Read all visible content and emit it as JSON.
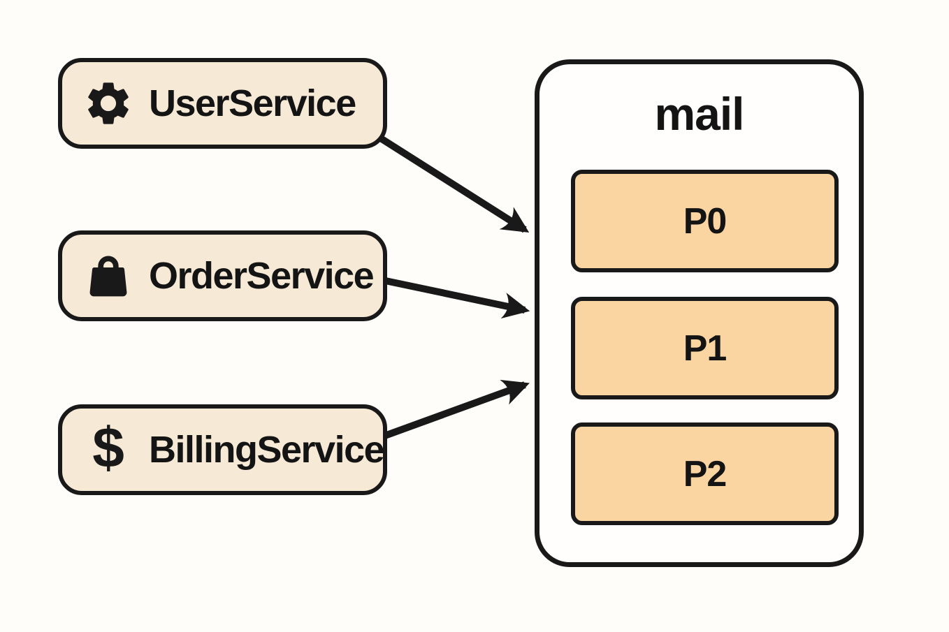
{
  "diagram": {
    "producers": [
      {
        "label": "UserService",
        "icon": "gear-icon"
      },
      {
        "label": "OrderService",
        "icon": "shopping-bag-icon"
      },
      {
        "label": "BillingService",
        "icon": "dollar-icon"
      }
    ],
    "topic": {
      "title": "mail",
      "partitions": [
        "P0",
        "P1",
        "P2"
      ]
    },
    "connections": [
      {
        "from": "UserService",
        "to": "mail"
      },
      {
        "from": "OrderService",
        "to": "mail"
      },
      {
        "from": "BillingService",
        "to": "mail"
      }
    ],
    "colors": {
      "background": "#fffdfa",
      "node_fill": "#f6e9d6",
      "partition_fill": "#fbd5a1",
      "stroke": "#191919",
      "text": "#141414"
    }
  }
}
